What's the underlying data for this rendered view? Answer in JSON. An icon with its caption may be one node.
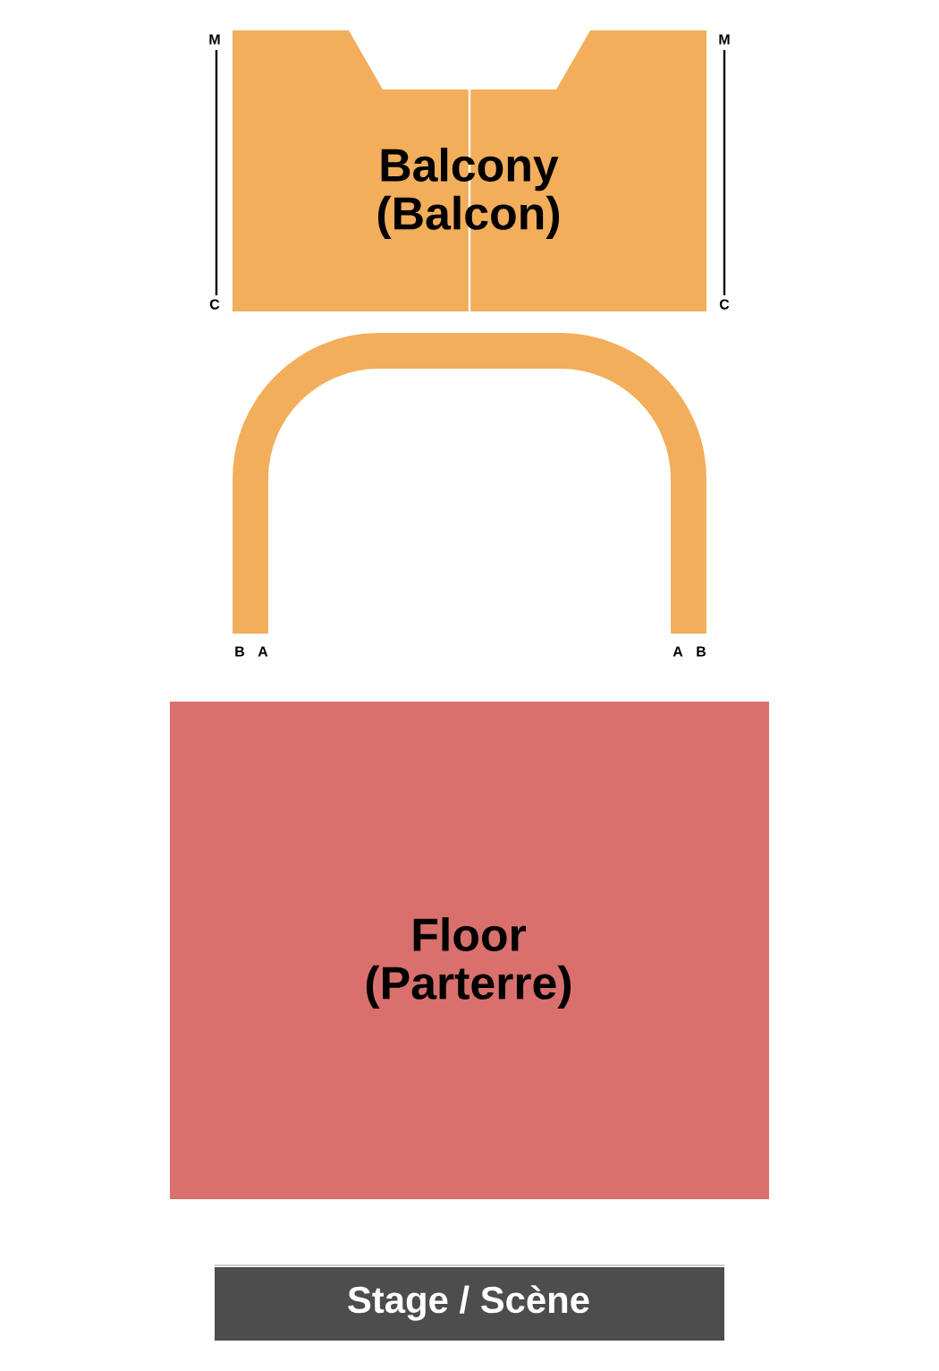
{
  "diagram": {
    "nodes": [
      {
        "text": [
          "Balcony (Balcon)"
        ]
      },
      {
        "text": [],
        "shape": "band"
      },
      {
        "text": [
          "Floor (Parterre)"
        ]
      },
      {
        "text": [
          "Stage / Scène"
        ]
      }
    ],
    "labels": [
      "M",
      "M",
      "C",
      "C",
      "B",
      "A",
      "A",
      "B"
    ]
  }
}
